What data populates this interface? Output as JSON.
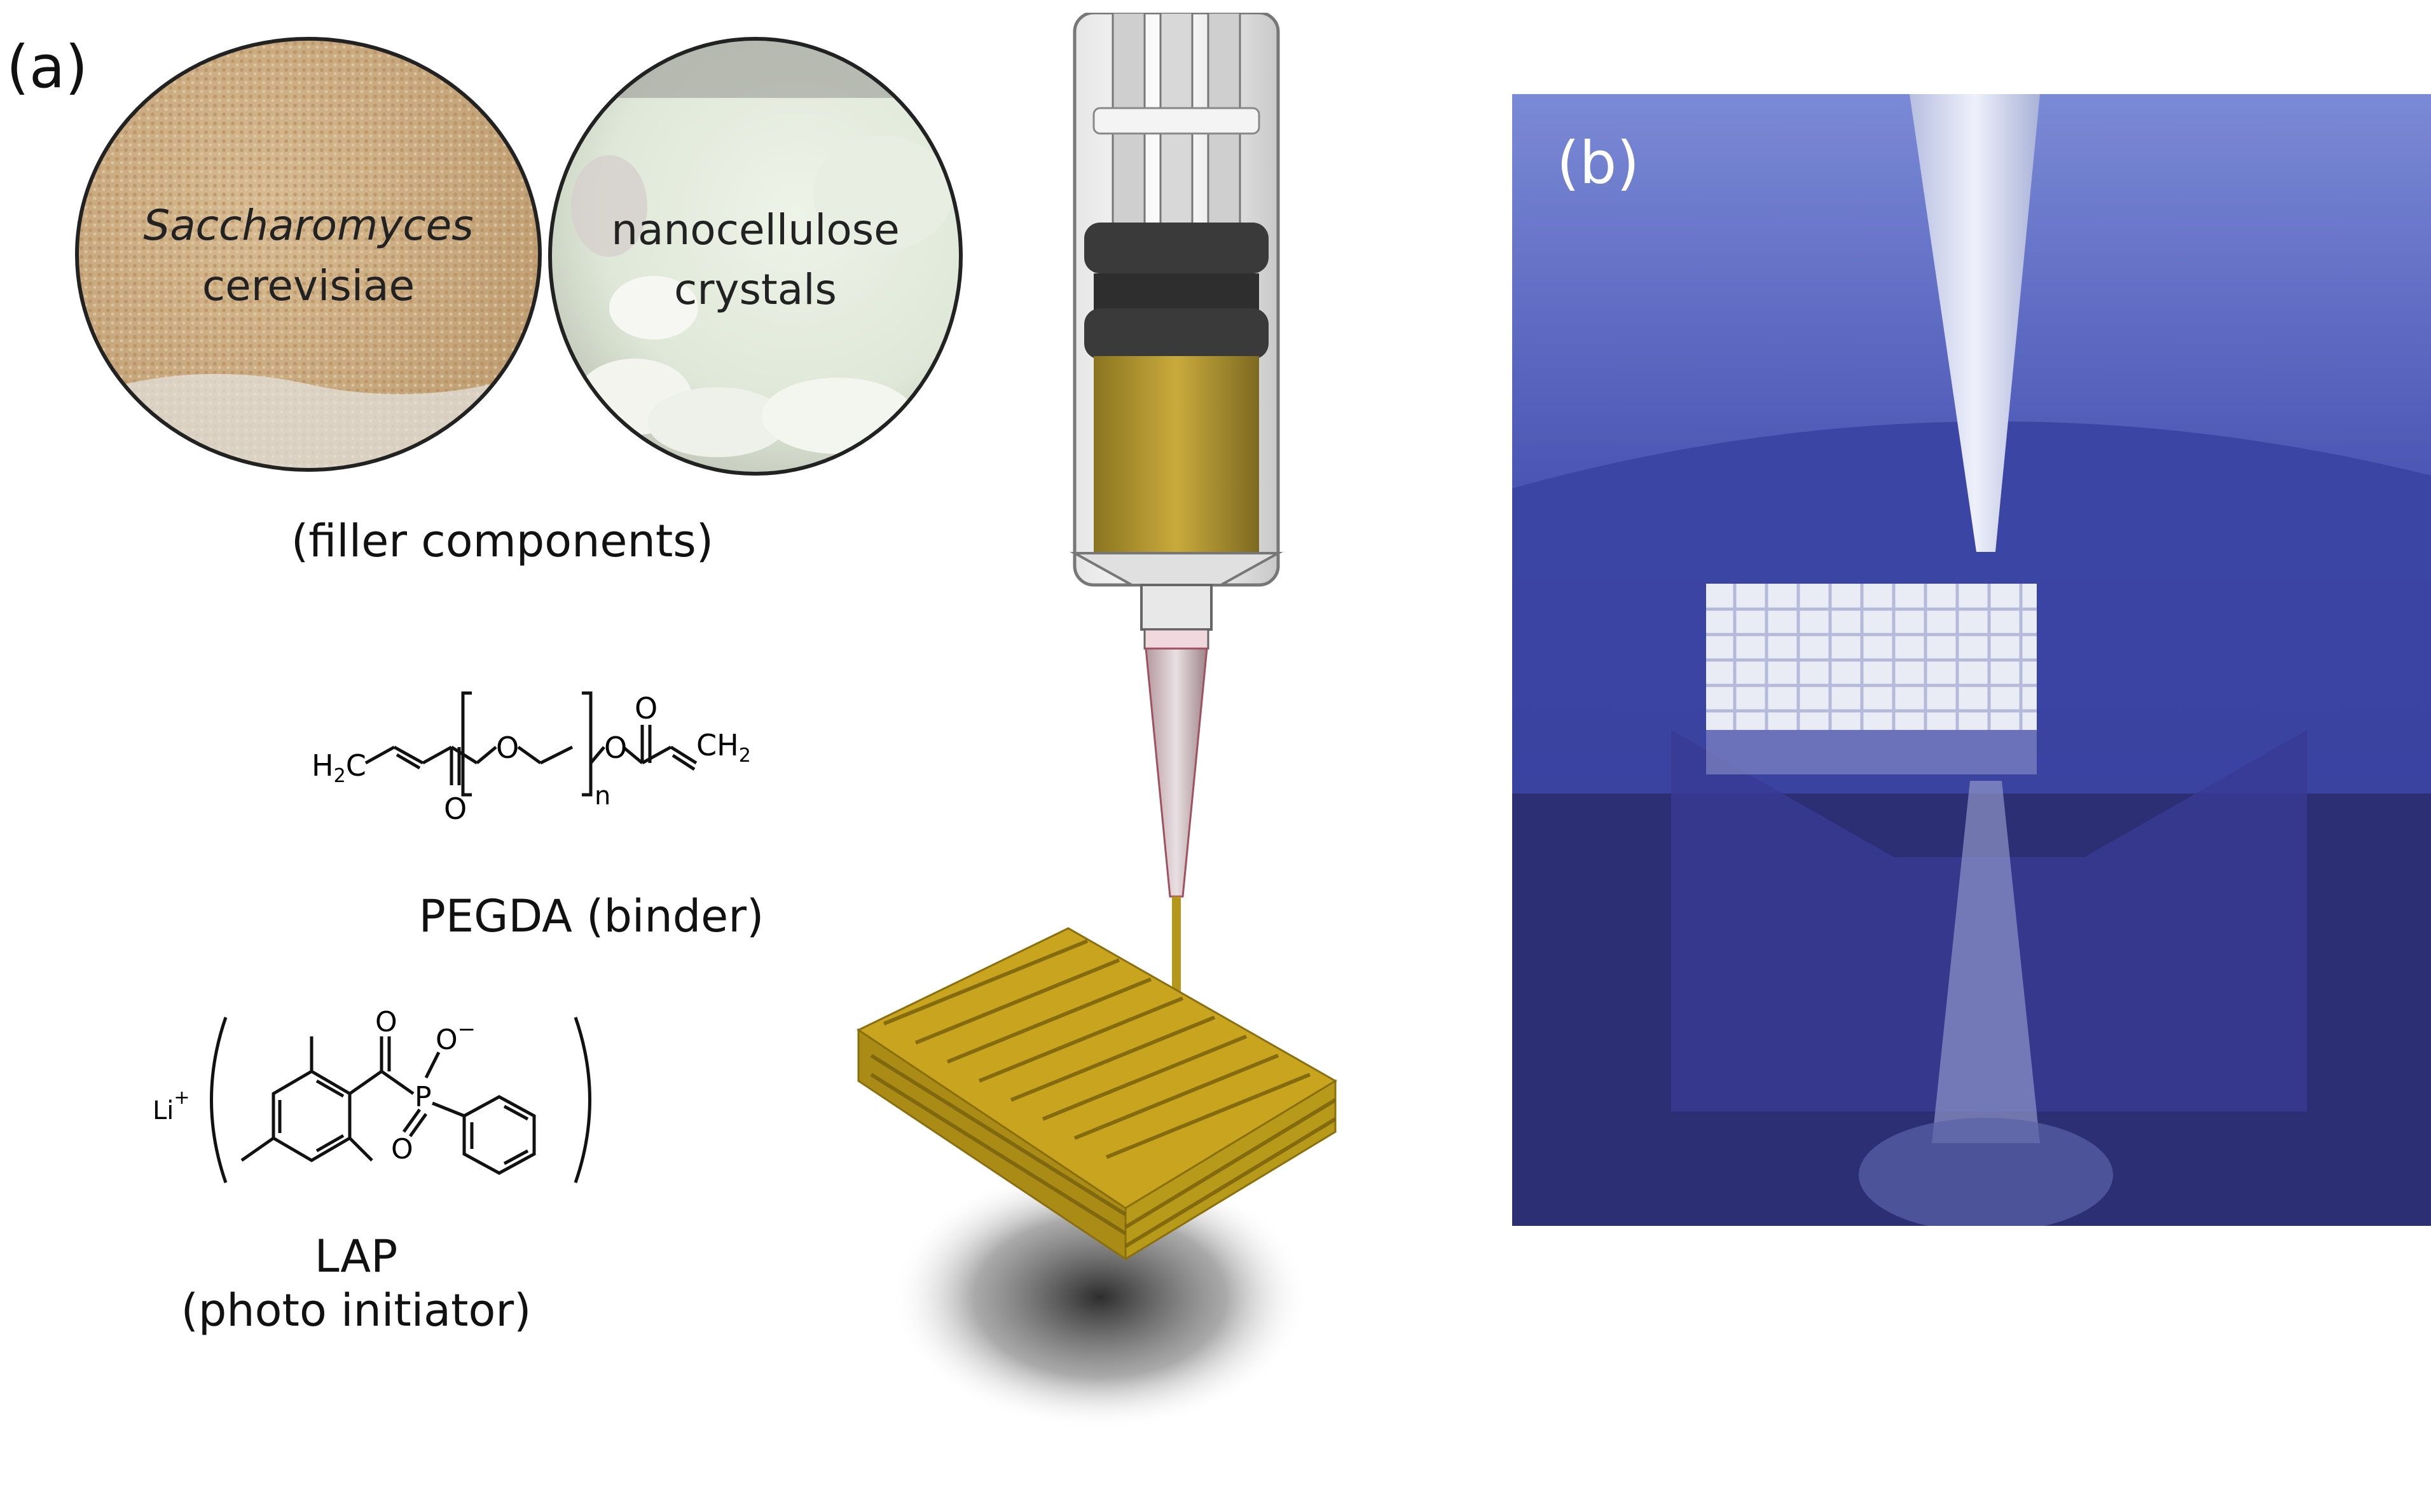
{
  "panel_a": {
    "label": "(a)",
    "filler": {
      "yeast_line1": "Saccharomyces",
      "yeast_line2": "cerevisiae",
      "nano_line1": "nanocellulose",
      "nano_line2": "crystals",
      "caption": "(filler components)"
    },
    "pegda": {
      "h2c_left": "H",
      "c_left": "C",
      "o1": "O",
      "o2": "O",
      "o3": "O",
      "o4": "O",
      "n": "n",
      "ch2_right": "CH",
      "sub2": "2",
      "caption": "PEGDA (binder)"
    },
    "lap": {
      "li": "Li",
      "plus": "+",
      "o_top": "O",
      "o_minus": "O",
      "minus": "−",
      "p": "P",
      "o_bottom": "O",
      "caption_line1": "LAP",
      "caption_line2": "(photo initiator)"
    }
  },
  "panel_b": {
    "label": "(b)"
  },
  "colors": {
    "yeast": "#c9a97f",
    "nanocellulose": "#dfe8d8",
    "scaffold_gold": "#c9a51f",
    "cartridge": "#b89c3a",
    "photo_bg": "#3d3f9e"
  }
}
